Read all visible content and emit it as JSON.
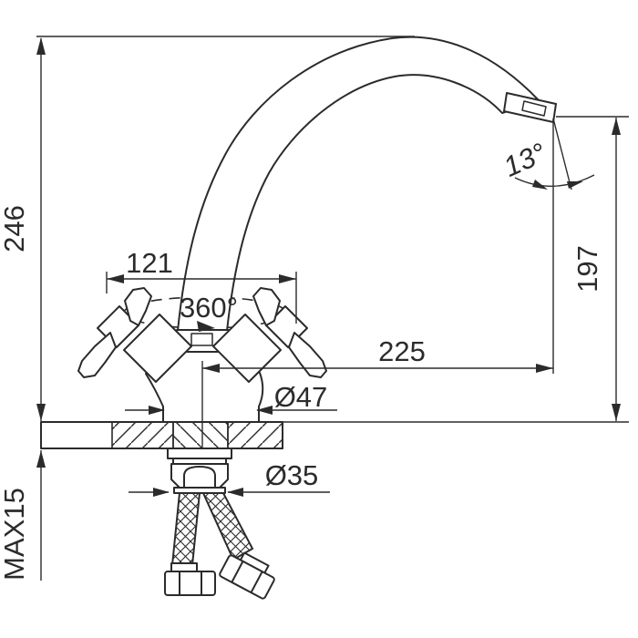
{
  "drawing": {
    "dimensions": {
      "overall_height": "246",
      "body_width": "121",
      "swivel_rotation": "360°",
      "spout_tip_angle": "13°",
      "spout_height": "197",
      "spout_reach": "225",
      "base_diameter": "Ø47",
      "shank_diameter": "Ø35",
      "max_mount_thickness": "MAX15"
    }
  }
}
